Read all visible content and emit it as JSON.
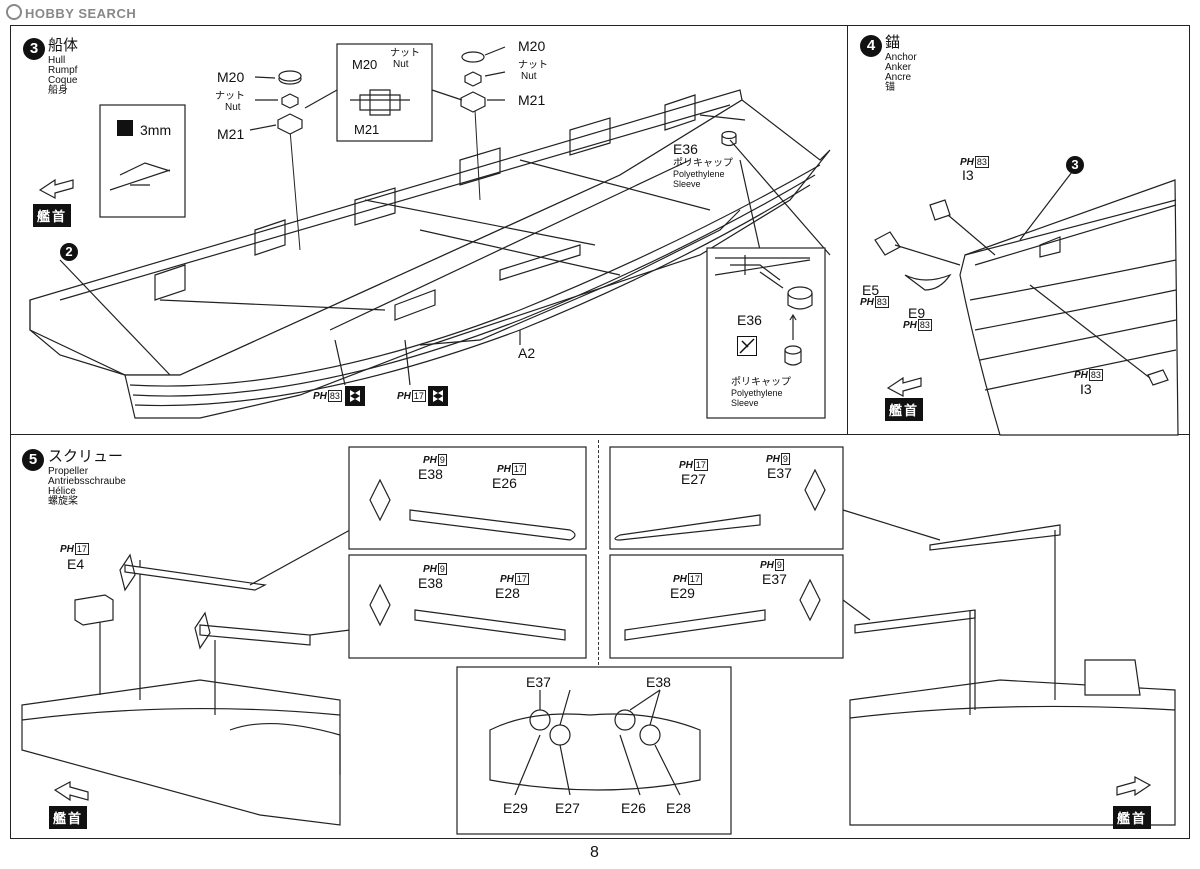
{
  "watermark": "HOBBY SEARCH",
  "page_number": "8",
  "step3": {
    "num": "3",
    "title": "船体",
    "subs": [
      "Hull",
      "Rumpf",
      "Coque",
      "船身"
    ],
    "drill": "3mm",
    "ref2": "2",
    "parts": {
      "m20a": "M20",
      "nut_ja_a": "ナット",
      "nut_en_a": "Nut",
      "m21a": "M21",
      "detail_m20": "M20",
      "detail_nut_ja": "ナット",
      "detail_nut_en": "Nut",
      "detail_m21": "M21",
      "m20b": "M20",
      "nut_ja_b": "ナット",
      "nut_en_b": "Nut",
      "m21b": "M21",
      "e36": "E36",
      "poly_ja": "ポリキャップ",
      "poly_en1": "Polyethylene",
      "poly_en2": "Sleeve",
      "inset_e36": "E36",
      "inset_poly_ja": "ポリキャップ",
      "inset_poly_en1": "Polyethylene",
      "inset_poly_en2": "Sleeve",
      "a2": "A2"
    },
    "ph1": {
      "p": "PH",
      "n": "83"
    },
    "ph2": {
      "p": "PH",
      "n": "17"
    },
    "bow": "艦首"
  },
  "step4": {
    "num": "4",
    "title": "錨",
    "subs": [
      "Anchor",
      "Anker",
      "Ancre",
      "锚"
    ],
    "ref3": "3",
    "i3a": {
      "p": "PH",
      "n": "83",
      "part": "I3"
    },
    "e5": {
      "part": "E5",
      "p": "PH",
      "n": "83"
    },
    "e9": {
      "part": "E9",
      "p": "PH",
      "n": "83"
    },
    "i3b": {
      "p": "PH",
      "n": "83",
      "part": "I3"
    },
    "bow": "艦首"
  },
  "step5": {
    "num": "5",
    "title": "スクリュー",
    "subs": [
      "Propeller",
      "Antriebsschraube",
      "Hélice",
      "螺旋桨"
    ],
    "e4": {
      "p": "PH",
      "n": "17",
      "part": "E4"
    },
    "box1": {
      "a_p": "PH",
      "a_n": "9",
      "a": "E38",
      "b_p": "PH",
      "b_n": "17",
      "b": "E26"
    },
    "box2": {
      "a_p": "PH",
      "a_n": "9",
      "a": "E38",
      "b_p": "PH",
      "b_n": "17",
      "b": "E28"
    },
    "box3": {
      "a_p": "PH",
      "a_n": "17",
      "a": "E27",
      "b_p": "PH",
      "b_n": "9",
      "b": "E37"
    },
    "box4": {
      "a_p": "PH",
      "a_n": "17",
      "a": "E29",
      "b_p": "PH",
      "b_n": "9",
      "b": "E37"
    },
    "center": {
      "e37": "E37",
      "e38": "E38",
      "e29": "E29",
      "e27": "E27",
      "e26": "E26",
      "e28": "E28"
    },
    "bow_left": "艦首",
    "bow_right": "艦首"
  }
}
